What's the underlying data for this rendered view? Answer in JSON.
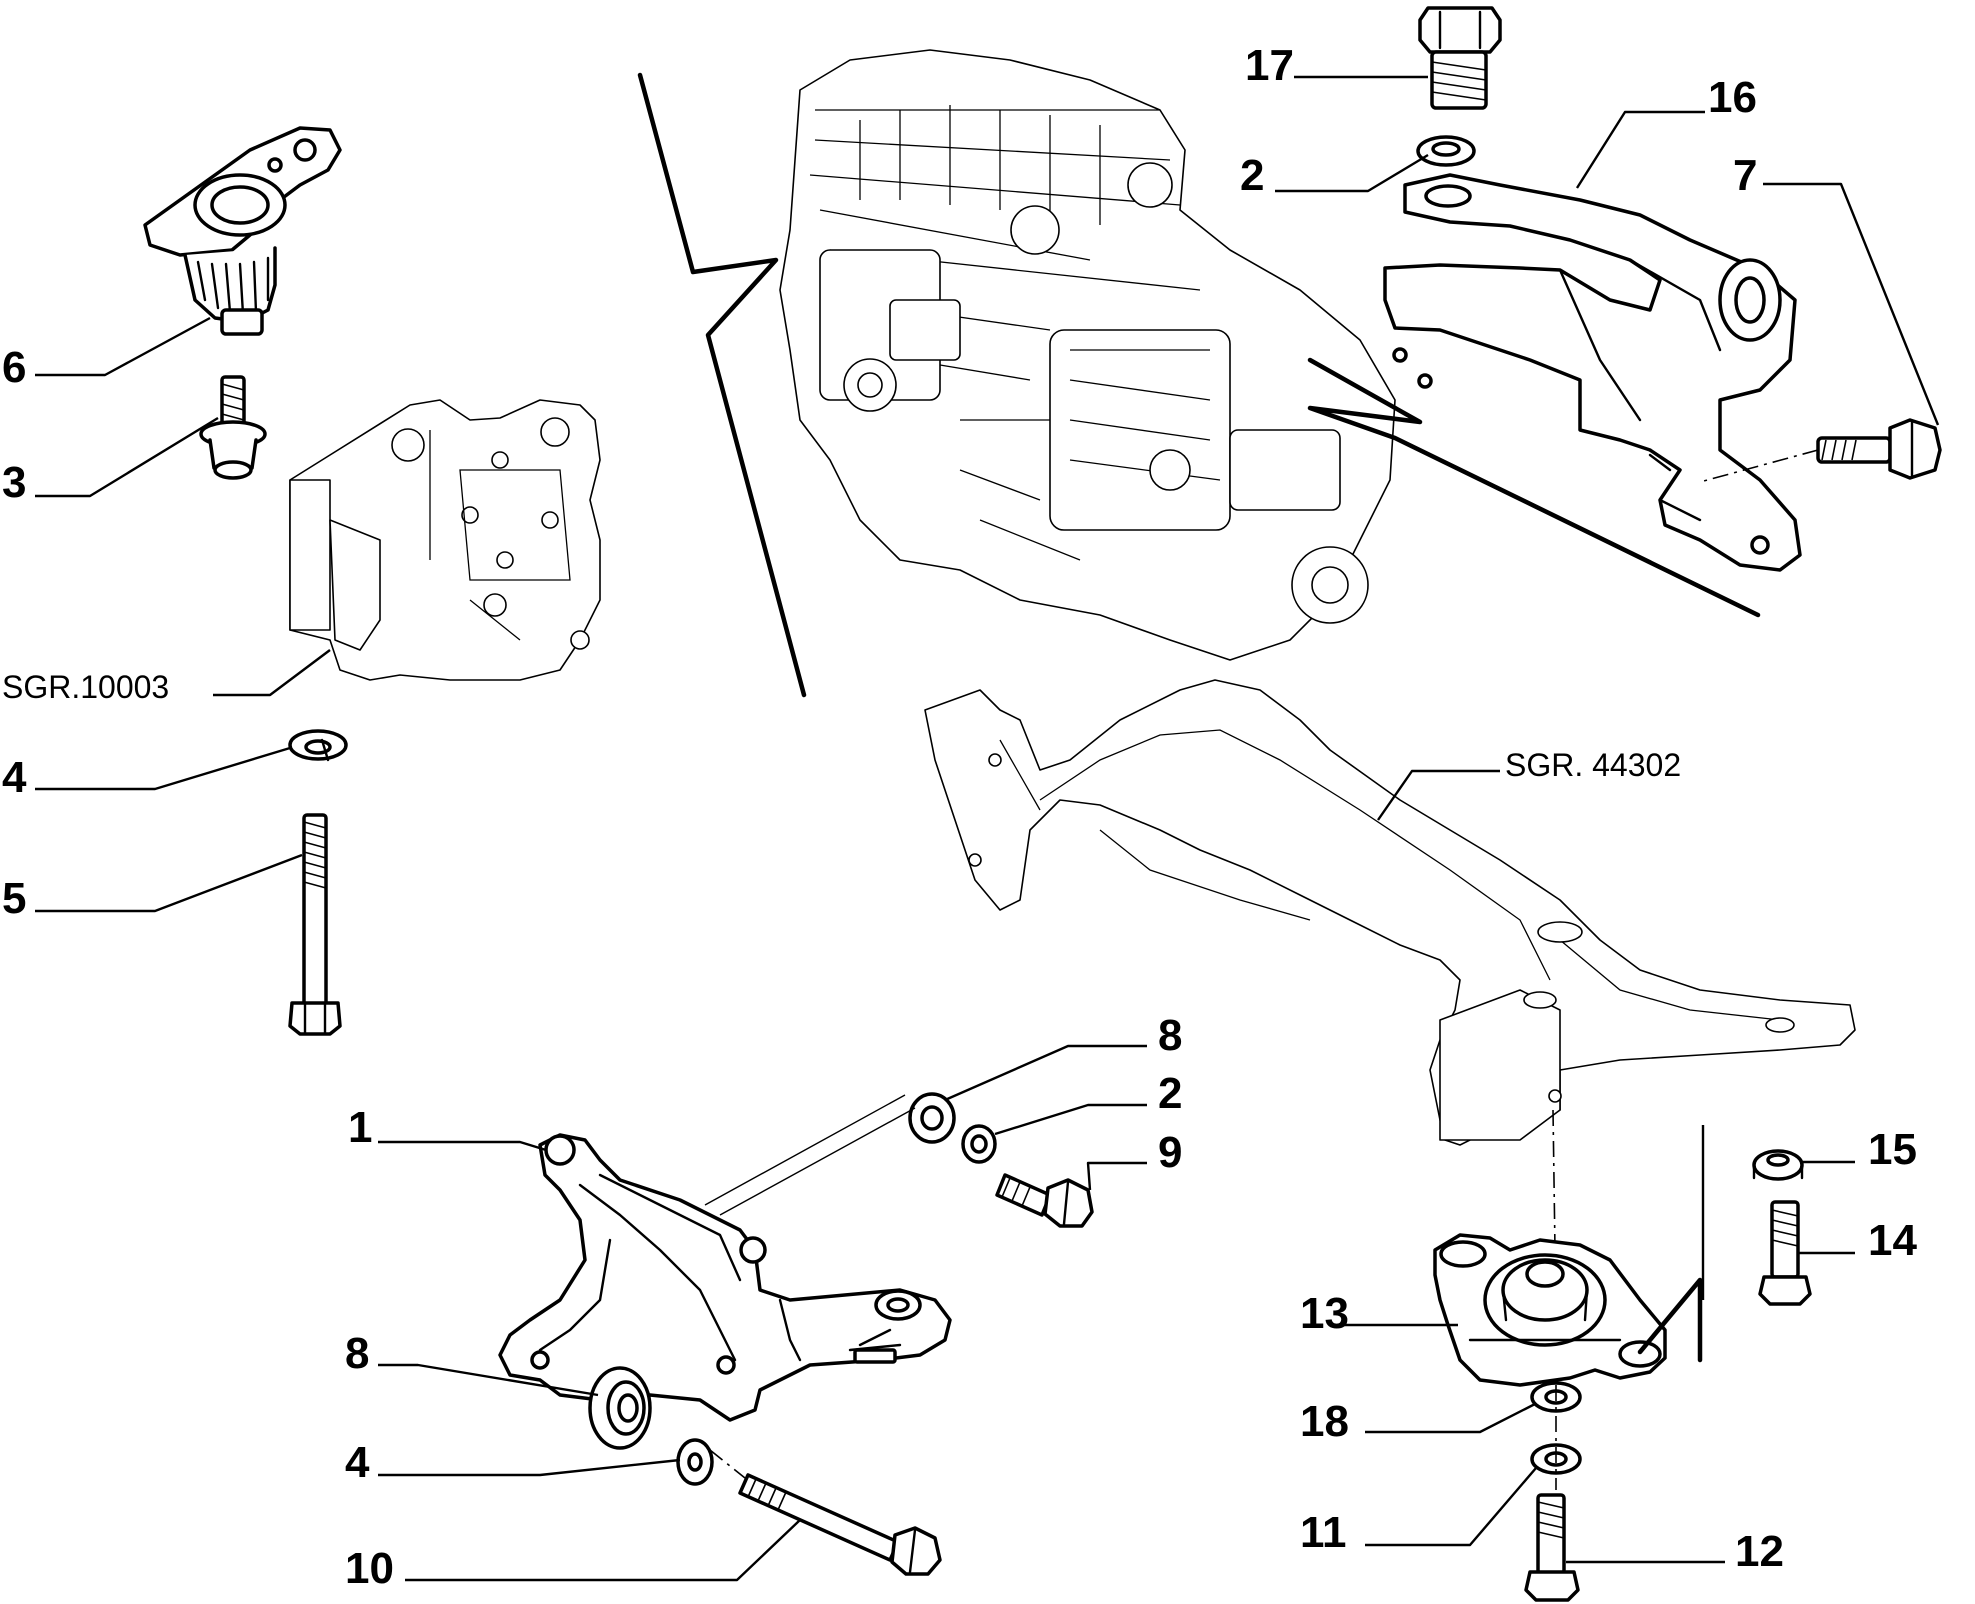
{
  "diagram": {
    "labels": {
      "p1": "1",
      "p2_top": "2",
      "p2_mid": "2",
      "p3": "3",
      "p4_left": "4",
      "p4_bottom": "4",
      "p5": "5",
      "p6": "6",
      "p7": "7",
      "p8_top": "8",
      "p8_bottom": "8",
      "p9": "9",
      "p10": "10",
      "p11": "11",
      "p12": "12",
      "p13": "13",
      "p14": "14",
      "p15": "15",
      "p16": "16",
      "p17": "17",
      "p18": "18"
    },
    "references": {
      "gearbox_mount": "SGR.10003",
      "subframe": "SGR. 44302"
    }
  }
}
